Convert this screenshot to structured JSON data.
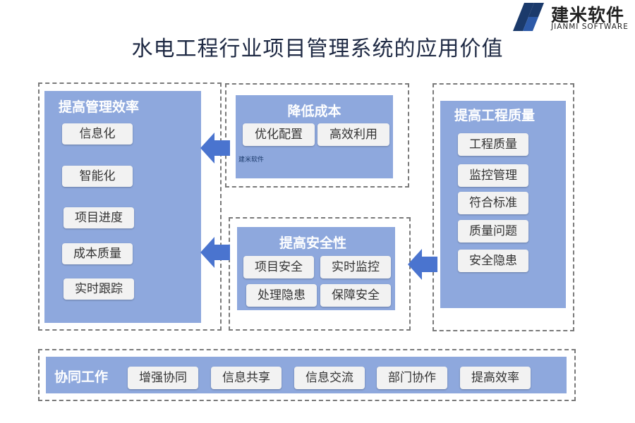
{
  "logo": {
    "name": "建米软件",
    "en": "JIANMI SOFTWARE"
  },
  "title": "水电工程行业项目管理系统的应用价值",
  "left": {
    "title": "提高管理效率",
    "items": [
      "信息化",
      "智能化",
      "项目进度",
      "成本质量",
      "实时跟踪"
    ]
  },
  "mid_top": {
    "title": "降低成本",
    "items": [
      "优化配置",
      "高效利用"
    ],
    "watermark": "建米软件"
  },
  "mid_bottom": {
    "title": "提高安全性",
    "items": [
      "项目安全",
      "实时监控",
      "处理隐患",
      "保障安全"
    ]
  },
  "right": {
    "title": "提高工程质量",
    "items": [
      "工程质量",
      "监控管理",
      "符合标准",
      "质量问题",
      "安全隐患"
    ]
  },
  "bottom": {
    "title": "协同工作",
    "items": [
      "增强协同",
      "信息共享",
      "信息交流",
      "部门协作",
      "提高效率"
    ]
  },
  "colors": {
    "panel": "#8ea8dd",
    "arrow": "#4a74cf",
    "chip": "#f2f2f2",
    "border": "#7a7a7a"
  }
}
